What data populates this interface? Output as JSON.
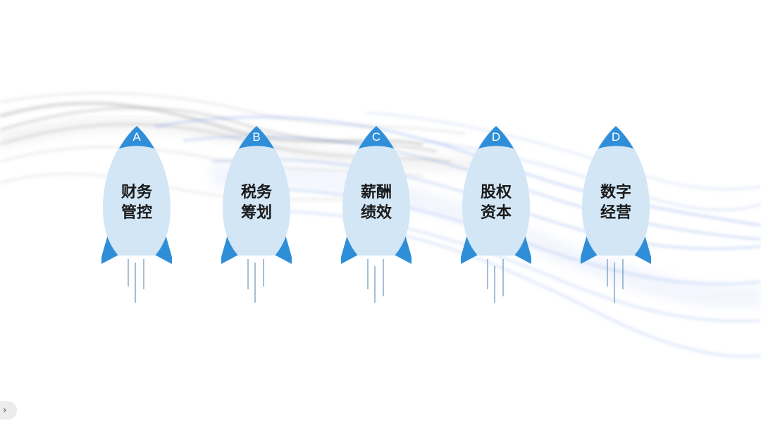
{
  "colors": {
    "rocket_body": "#d2e6f6",
    "rocket_accent": "#2f8ed8",
    "exhaust": "#4a7fb0",
    "wave_gray": "#9a9a9a",
    "wave_blue": "#6d93e8"
  },
  "rockets": [
    {
      "letter": "A",
      "line1": "财务",
      "line2": "管控"
    },
    {
      "letter": "B",
      "line1": "税务",
      "line2": "筹划"
    },
    {
      "letter": "C",
      "line1": "薪酬",
      "line2": "绩效"
    },
    {
      "letter": "D",
      "line1": "股权",
      "line2": "资本"
    },
    {
      "letter": "D",
      "line1": "数字",
      "line2": "经营"
    }
  ],
  "nav": {
    "icon": "chevron-right-icon",
    "glyph": "›"
  }
}
